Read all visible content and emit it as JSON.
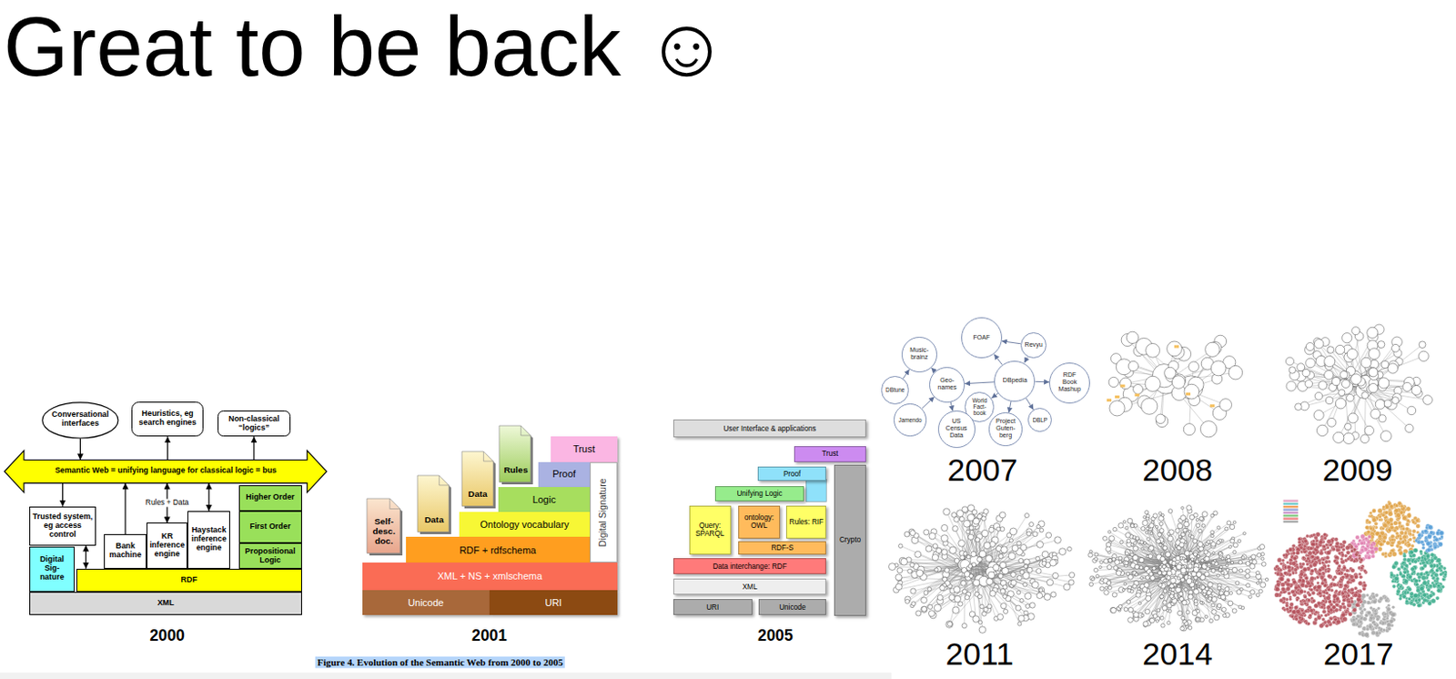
{
  "diagram": {
    "title": "Great to be back ☺",
    "caption": "Figure 4. Evolution of the Semantic Web from 2000 to 2005",
    "nodes": [
      {
        "text": [
          "Conversational interfaces"
        ]
      },
      {
        "text": [
          "Heuristics, eg search engines"
        ]
      },
      {
        "text": [
          "Non-classical “logics”"
        ]
      },
      {
        "text": [
          "Semantic Web = unifying language for classical logic = bus"
        ]
      },
      {
        "text": [
          "Trusted system, eg access control"
        ]
      },
      {
        "text": [
          "Digital Sig- nature"
        ]
      },
      {
        "text": [
          "Bank machine"
        ]
      },
      {
        "text": [
          "KR inference engine"
        ]
      },
      {
        "text": [
          "Haystack inference engine"
        ]
      },
      {
        "text": [
          "Higher Order"
        ]
      },
      {
        "text": [
          "First Order"
        ]
      },
      {
        "text": [
          "Propositional Logic"
        ]
      },
      {
        "text": [
          "RDF"
        ]
      },
      {
        "text": [
          "XML"
        ]
      },
      {
        "text": [
          "Self- desc. doc."
        ]
      },
      {
        "text": [
          "Data"
        ]
      },
      {
        "text": [
          "Data"
        ]
      },
      {
        "text": [
          "Rules"
        ]
      },
      {
        "text": [
          "Trust"
        ]
      },
      {
        "text": [
          "Proof"
        ]
      },
      {
        "text": [
          "Logic"
        ]
      },
      {
        "text": [
          "Ontology vocabulary"
        ]
      },
      {
        "text": [
          "RDF + rdfschema"
        ]
      },
      {
        "text": [
          "Digital Signature"
        ]
      },
      {
        "text": [
          "XML + NS + xmlschema"
        ]
      },
      {
        "text": [
          "Unicode"
        ]
      },
      {
        "text": [
          "URI"
        ]
      },
      {
        "text": [
          "User Interface & applications"
        ]
      },
      {
        "text": [
          "Trust"
        ]
      },
      {
        "text": [
          "Proof"
        ]
      },
      {
        "text": [
          "Unifying Logic"
        ]
      },
      {
        "text": [
          "Query: SPARQL"
        ]
      },
      {
        "text": [
          "ontology: OWL"
        ]
      },
      {
        "text": [
          "Rules: RIF"
        ]
      },
      {
        "text": [
          "RDF-S"
        ]
      },
      {
        "text": [
          "Crypto"
        ]
      },
      {
        "text": [
          "Data interchange: RDF"
        ]
      },
      {
        "text": [
          "XML"
        ]
      },
      {
        "text": [
          "URI"
        ]
      },
      {
        "text": [
          "Unicode"
        ]
      },
      {
        "text": [
          "FOAF"
        ]
      },
      {
        "text": [
          "Revyu"
        ]
      },
      {
        "text": [
          "Music- brainz"
        ]
      },
      {
        "text": [
          "DBpedia"
        ]
      },
      {
        "text": [
          "RDF Book Mashup"
        ]
      },
      {
        "text": [
          "DBtune"
        ]
      },
      {
        "text": [
          "Geo- names"
        ]
      },
      {
        "text": [
          "World Fact- book"
        ]
      },
      {
        "text": [
          "DBLP"
        ]
      },
      {
        "text": [
          "Jamendo"
        ]
      },
      {
        "text": [
          "US Census Data"
        ]
      },
      {
        "text": [
          "Project Guten- berg"
        ]
      }
    ],
    "edges": [
      {
        "from": 0,
        "to": 3,
        "arrow": "to"
      },
      {
        "from": 3,
        "to": 1,
        "arrow": "to"
      },
      {
        "from": 3,
        "to": 2,
        "arrow": "to"
      },
      {
        "from": 3,
        "to": 4,
        "arrow": "to"
      },
      {
        "from": 6,
        "to": 3,
        "arrow": "to"
      },
      {
        "from": 7,
        "to": 3,
        "label": "Rules + Data",
        "arrow": "both"
      },
      {
        "from": 8,
        "to": 3,
        "arrow": "both"
      },
      {
        "from": 4,
        "to": 12,
        "arrow": "both"
      },
      {
        "from": 43,
        "to": 40,
        "arrow": "to"
      },
      {
        "from": 41,
        "to": 40,
        "arrow": "to"
      },
      {
        "from": 41,
        "to": 43,
        "arrow": "to"
      },
      {
        "from": 43,
        "to": 44,
        "arrow": "to"
      },
      {
        "from": 43,
        "to": 46,
        "arrow": "to"
      },
      {
        "from": 43,
        "to": 47,
        "arrow": "to"
      },
      {
        "from": 43,
        "to": 51,
        "arrow": "to"
      },
      {
        "from": 43,
        "to": 48,
        "arrow": "to"
      },
      {
        "from": 46,
        "to": 50,
        "arrow": "to"
      },
      {
        "from": 46,
        "to": 42,
        "arrow": "to"
      },
      {
        "from": 45,
        "to": 42,
        "arrow": "to"
      },
      {
        "from": 49,
        "to": 46,
        "arrow": "to"
      }
    ],
    "labels": [
      "2000",
      "2001",
      "2005",
      "2007",
      "2008",
      "2009",
      "2011",
      "2014",
      "2017"
    ]
  }
}
